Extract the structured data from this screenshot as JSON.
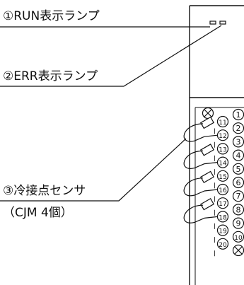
{
  "labels": {
    "run_lamp": "①RUN表示ランプ",
    "err_lamp": "②ERR表示ランプ",
    "cjm_sensor": "③冷接点センサ",
    "cjm_count": "（CJM 4個）"
  },
  "terminals": {
    "left_column": [
      "11",
      "12",
      "13",
      "14",
      "15",
      "16",
      "17",
      "18",
      "19",
      "20"
    ],
    "right_column": [
      "1",
      "2",
      "3",
      "4",
      "5",
      "6",
      "7",
      "8",
      "9",
      "10"
    ],
    "screw_symbol": "⊗"
  },
  "sensor_count": 4
}
